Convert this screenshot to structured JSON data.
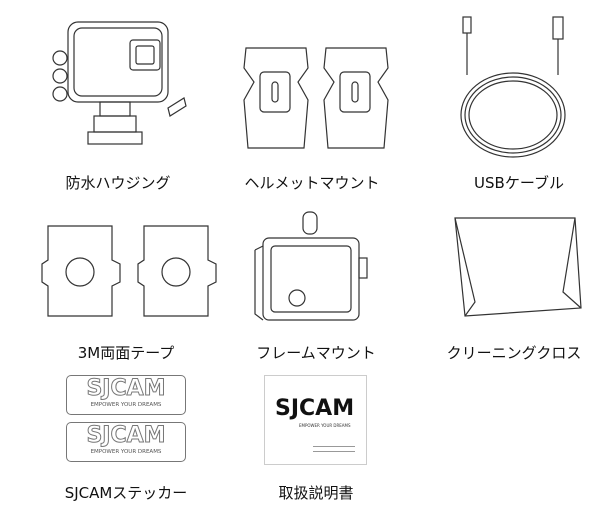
{
  "items": [
    {
      "label": "防水ハウジング",
      "icon": "waterproof-housing"
    },
    {
      "label": "ヘルメットマウント",
      "icon": "helmet-mount"
    },
    {
      "label": "USBケーブル",
      "icon": "usb-cable"
    },
    {
      "label": "3M両面テープ",
      "icon": "double-sided-tape"
    },
    {
      "label": "フレームマウント",
      "icon": "frame-mount"
    },
    {
      "label": "クリーニングクロス",
      "icon": "cleaning-cloth"
    },
    {
      "label": "SJCAMステッカー",
      "icon": "sticker"
    },
    {
      "label": "取扱説明書",
      "icon": "manual"
    }
  ],
  "brand": {
    "name": "SJCAM",
    "tagline": "EMPOWER YOUR DREAMS",
    "accent": "#e02020"
  }
}
